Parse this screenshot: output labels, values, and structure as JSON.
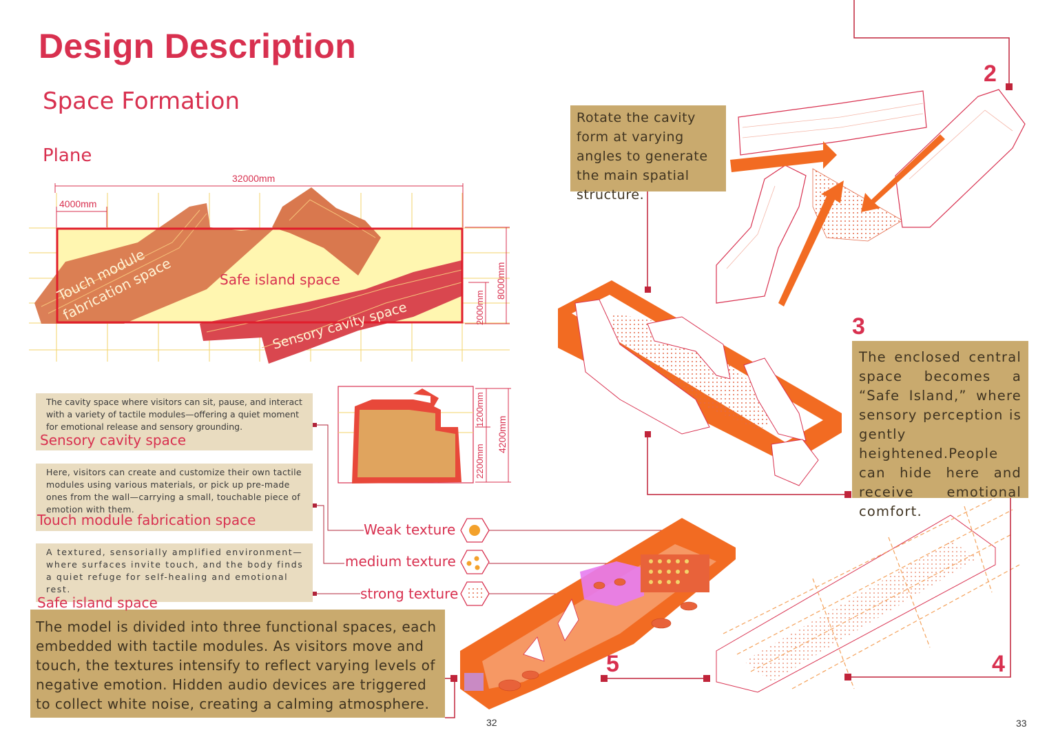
{
  "title": "Design Description",
  "subtitle": "Space Formation",
  "plane_label": "Plane",
  "plan": {
    "dim_total": "32000mm",
    "dim_module": "4000mm",
    "dim_height": "8000mm",
    "dim_small": "2000mm",
    "label_touch_1": "Touch module",
    "label_touch_2": "fabrication space",
    "label_safe": "Safe island space",
    "label_sensory": "Sensory cavity space"
  },
  "section": {
    "dim_1200": "1200mm",
    "dim_2200": "2200mm",
    "dim_4200": "4200mm"
  },
  "spaces": [
    {
      "text": "The cavity space where visitors can sit, pause, and interact with a variety of tactile modules—offering a quiet moment for emotional release and sensory grounding.",
      "name": "Sensory cavity space"
    },
    {
      "text": "Here, visitors can create and customize their own tactile modules using various materials, or pick up pre-made ones from the wall—carrying a small, touchable piece of emotion with them.",
      "name": "Touch module fabrication space"
    },
    {
      "text": "A textured, sensorially amplified environment—where surfaces invite touch, and the body finds a quiet refuge for self-healing and emotional rest.",
      "name": "Safe island space"
    }
  ],
  "textures": {
    "weak": "Weak texture",
    "medium": "medium texture",
    "strong": "strong texture"
  },
  "steps": {
    "rotate_text": "Rotate the cavity form at varying angles to generate the main spatial structure.",
    "island_text": "The enclosed central space becomes a “Safe Island,” where sensory perception is gently heightened.People can hide here and receive emotional comfort.",
    "model_text": "The model is divided into three functional spaces, each embedded with tactile modules. As visitors move and touch, the textures intensify to reflect varying levels of negative emotion. Hidden audio devices are triggered to collect white noise, creating a calming atmosphere.",
    "n2": "2",
    "n3": "3",
    "n4": "4",
    "n5": "5"
  },
  "pages": {
    "left": "32",
    "right": "33"
  },
  "colors": {
    "accent_red": "#d8304f",
    "orange": "#f26b22",
    "beige_box": "#c9aa6e",
    "light_beige": "#e9dcc0",
    "pale_yellow": "#fff6b0",
    "terracotta": "#d9784e",
    "crimson_band": "#d9474f",
    "magenta": "#e77cf0"
  }
}
